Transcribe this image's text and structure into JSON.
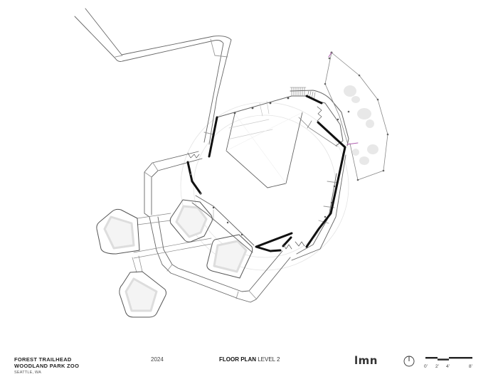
{
  "drawing": {
    "type": "architectural floor plan",
    "description": "Level 2 floor plan showing central building with thick exterior walls, hexagonal walkways, pentagonal viewing pods, stairs, and landscaped planting area to the east"
  },
  "titleblock": {
    "project_line1": "FOREST TRAILHEAD",
    "project_line2": "WOODLAND PARK ZOO",
    "location": "SEATTLE, WA",
    "year": "2024",
    "sheet_title_bold": "FLOOR PLAN",
    "sheet_title_level": " LEVEL 2",
    "firm_logo": "lmn",
    "north_arrow": "north-arrow-icon",
    "scale_bar": {
      "labels": [
        "0'",
        "2'",
        "4'",
        "8'"
      ]
    }
  },
  "colors": {
    "line": "#555555",
    "thick_wall": "#111111",
    "light_line": "#cccccc",
    "planting": "#e6e6e6",
    "accent_magenta": "#b05fb0"
  }
}
